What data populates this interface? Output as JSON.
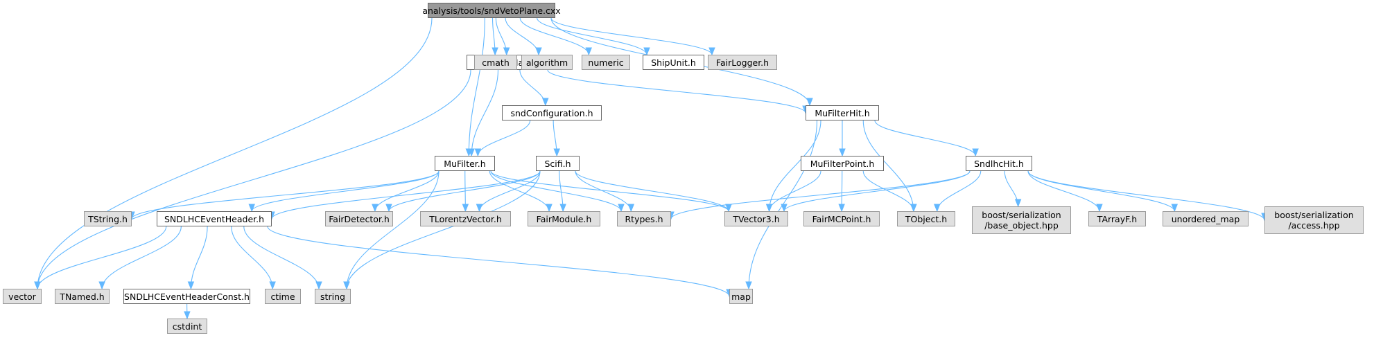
{
  "title": "analysis/tools/sndVetoPlane.cxx",
  "nodes": [
    {
      "id": "root",
      "label": "analysis/tools/sndVetoPlane.cxx",
      "kind": "root"
    },
    {
      "id": "sndVetoPlane_h",
      "label": "sndVetoPlane.h",
      "kind": "local"
    },
    {
      "id": "cmath",
      "label": "cmath",
      "kind": "sys"
    },
    {
      "id": "algorithm",
      "label": "algorithm",
      "kind": "sys"
    },
    {
      "id": "numeric",
      "label": "numeric",
      "kind": "sys"
    },
    {
      "id": "ShipUnit_h",
      "label": "ShipUnit.h",
      "kind": "local"
    },
    {
      "id": "FairLogger_h",
      "label": "FairLogger.h",
      "kind": "sys"
    },
    {
      "id": "sndConfiguration_h",
      "label": "sndConfiguration.h",
      "kind": "local"
    },
    {
      "id": "MuFilterHit_h",
      "label": "MuFilterHit.h",
      "kind": "local"
    },
    {
      "id": "MuFilter_h",
      "label": "MuFilter.h",
      "kind": "local"
    },
    {
      "id": "Scifi_h",
      "label": "Scifi.h",
      "kind": "local"
    },
    {
      "id": "MuFilterPoint_h",
      "label": "MuFilterPoint.h",
      "kind": "local"
    },
    {
      "id": "SndlhcHit_h",
      "label": "SndlhcHit.h",
      "kind": "local"
    },
    {
      "id": "TString_h",
      "label": "TString.h",
      "kind": "sys"
    },
    {
      "id": "SNDLHCEventHeader_h",
      "label": "SNDLHCEventHeader.h",
      "kind": "local"
    },
    {
      "id": "FairDetector_h",
      "label": "FairDetector.h",
      "kind": "sys"
    },
    {
      "id": "TLorentzVector_h",
      "label": "TLorentzVector.h",
      "kind": "sys"
    },
    {
      "id": "FairModule_h",
      "label": "FairModule.h",
      "kind": "sys"
    },
    {
      "id": "Rtypes_h",
      "label": "Rtypes.h",
      "kind": "sys"
    },
    {
      "id": "TVector3_h",
      "label": "TVector3.h",
      "kind": "sys"
    },
    {
      "id": "FairMCPoint_h",
      "label": "FairMCPoint.h",
      "kind": "sys"
    },
    {
      "id": "TObject_h",
      "label": "TObject.h",
      "kind": "sys"
    },
    {
      "id": "boost_base_object",
      "label": "boost/serialization\n/base_object.hpp",
      "kind": "sys"
    },
    {
      "id": "TArrayF_h",
      "label": "TArrayF.h",
      "kind": "sys"
    },
    {
      "id": "unordered_map",
      "label": "unordered_map",
      "kind": "sys"
    },
    {
      "id": "boost_access",
      "label": "boost/serialization\n/access.hpp",
      "kind": "sys"
    },
    {
      "id": "vector",
      "label": "vector",
      "kind": "sys"
    },
    {
      "id": "TNamed_h",
      "label": "TNamed.h",
      "kind": "sys"
    },
    {
      "id": "SNDLHCEventHeaderConst_h",
      "label": "SNDLHCEventHeaderConst.h",
      "kind": "local"
    },
    {
      "id": "ctime",
      "label": "ctime",
      "kind": "sys"
    },
    {
      "id": "string",
      "label": "string",
      "kind": "sys"
    },
    {
      "id": "map",
      "label": "map",
      "kind": "sys"
    },
    {
      "id": "cstdint",
      "label": "cstdint",
      "kind": "sys"
    }
  ],
  "edges": [
    [
      "root",
      "vector"
    ],
    [
      "root",
      "sndVetoPlane_h"
    ],
    [
      "root",
      "MuFilter_h"
    ],
    [
      "root",
      "MuFilterHit_h"
    ],
    [
      "root",
      "cmath"
    ],
    [
      "root",
      "algorithm"
    ],
    [
      "root",
      "numeric"
    ],
    [
      "root",
      "ShipUnit_h"
    ],
    [
      "root",
      "FairLogger_h"
    ],
    [
      "sndVetoPlane_h",
      "vector"
    ],
    [
      "sndVetoPlane_h",
      "MuFilter_h"
    ],
    [
      "sndVetoPlane_h",
      "sndConfiguration_h"
    ],
    [
      "sndVetoPlane_h",
      "MuFilterHit_h"
    ],
    [
      "sndConfiguration_h",
      "MuFilter_h"
    ],
    [
      "sndConfiguration_h",
      "Scifi_h"
    ],
    [
      "MuFilter_h",
      "TString_h"
    ],
    [
      "MuFilter_h",
      "SNDLHCEventHeader_h"
    ],
    [
      "MuFilter_h",
      "FairDetector_h"
    ],
    [
      "MuFilter_h",
      "TLorentzVector_h"
    ],
    [
      "MuFilter_h",
      "FairModule_h"
    ],
    [
      "MuFilter_h",
      "Rtypes_h"
    ],
    [
      "MuFilter_h",
      "TVector3_h"
    ],
    [
      "MuFilter_h",
      "string"
    ],
    [
      "Scifi_h",
      "SNDLHCEventHeader_h"
    ],
    [
      "Scifi_h",
      "FairDetector_h"
    ],
    [
      "Scifi_h",
      "TLorentzVector_h"
    ],
    [
      "Scifi_h",
      "FairModule_h"
    ],
    [
      "Scifi_h",
      "Rtypes_h"
    ],
    [
      "Scifi_h",
      "TVector3_h"
    ],
    [
      "Scifi_h",
      "string"
    ],
    [
      "MuFilterHit_h",
      "TVector3_h"
    ],
    [
      "MuFilterHit_h",
      "MuFilterPoint_h"
    ],
    [
      "MuFilterHit_h",
      "TObject_h"
    ],
    [
      "MuFilterHit_h",
      "SndlhcHit_h"
    ],
    [
      "MuFilterHit_h",
      "map"
    ],
    [
      "MuFilterPoint_h",
      "TVector3_h"
    ],
    [
      "MuFilterPoint_h",
      "FairMCPoint_h"
    ],
    [
      "MuFilterPoint_h",
      "TObject_h"
    ],
    [
      "SndlhcHit_h",
      "Rtypes_h"
    ],
    [
      "SndlhcHit_h",
      "TVector3_h"
    ],
    [
      "SndlhcHit_h",
      "TObject_h"
    ],
    [
      "SndlhcHit_h",
      "boost_base_object"
    ],
    [
      "SndlhcHit_h",
      "TArrayF_h"
    ],
    [
      "SndlhcHit_h",
      "unordered_map"
    ],
    [
      "SndlhcHit_h",
      "boost_access"
    ],
    [
      "SNDLHCEventHeader_h",
      "vector"
    ],
    [
      "SNDLHCEventHeader_h",
      "TNamed_h"
    ],
    [
      "SNDLHCEventHeader_h",
      "SNDLHCEventHeaderConst_h"
    ],
    [
      "SNDLHCEventHeader_h",
      "ctime"
    ],
    [
      "SNDLHCEventHeader_h",
      "string"
    ],
    [
      "SNDLHCEventHeader_h",
      "map"
    ],
    [
      "SNDLHCEventHeaderConst_h",
      "cstdint"
    ]
  ],
  "colors": {
    "root_fill": "#999999",
    "local_fill": "#ffffff",
    "system_fill": "#e0e0e0",
    "edge": "#63b8ff"
  }
}
